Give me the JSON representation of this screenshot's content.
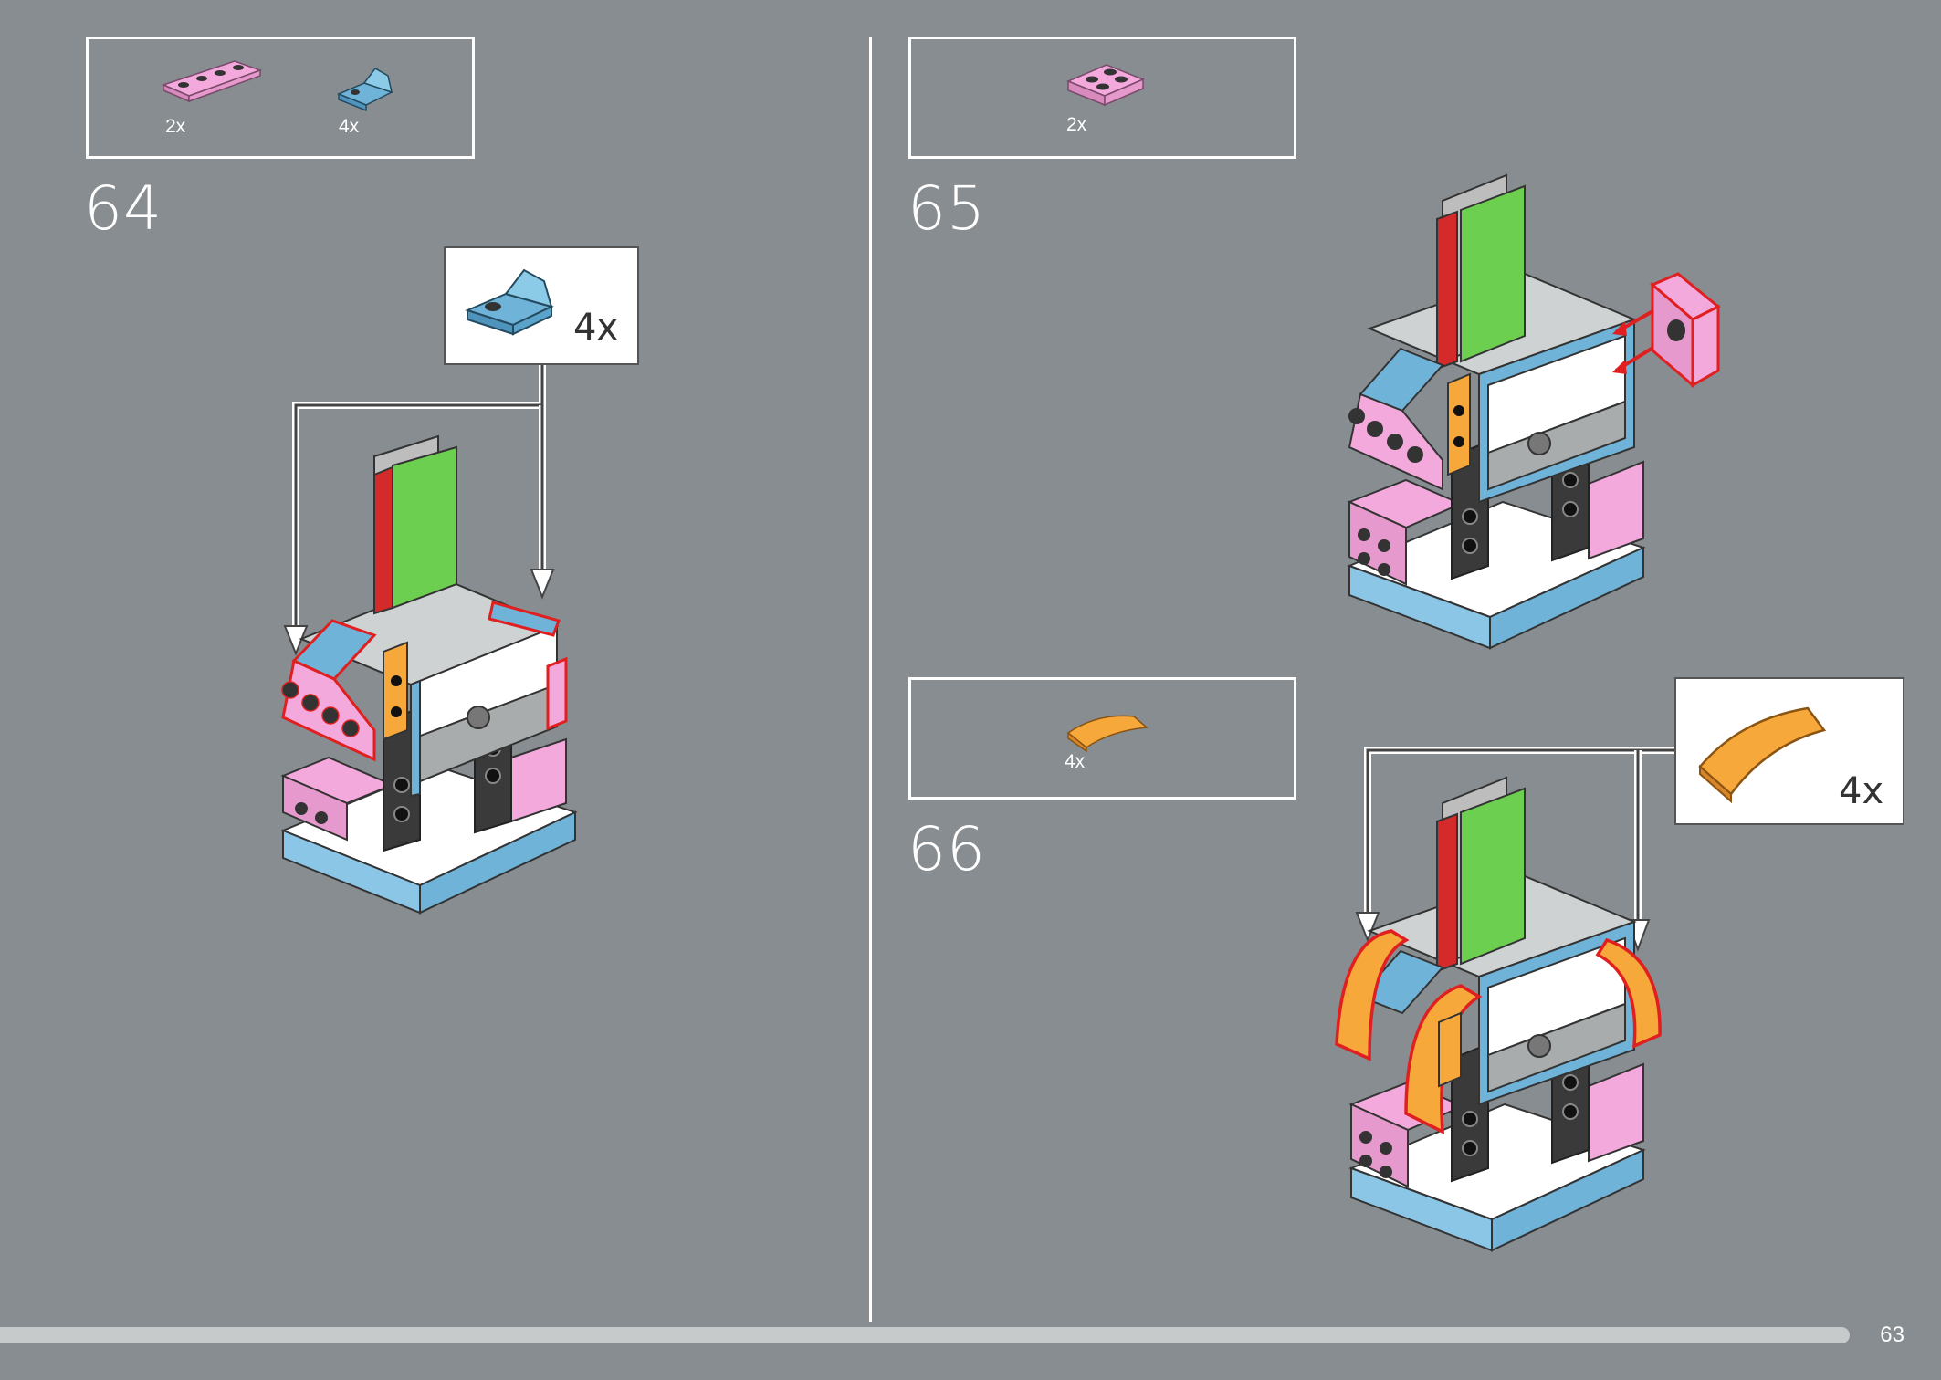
{
  "steps": [
    {
      "number": "64",
      "parts": [
        {
          "name": "pink-plate-1x4",
          "qty": "2x"
        },
        {
          "name": "blue-bracket",
          "qty": "4x"
        }
      ],
      "callout": {
        "qty": "4x"
      }
    },
    {
      "number": "65",
      "parts": [
        {
          "name": "pink-plate-2x2",
          "qty": "2x"
        }
      ]
    },
    {
      "number": "66",
      "parts": [
        {
          "name": "orange-curved-slope",
          "qty": "4x"
        }
      ],
      "callout": {
        "qty": "4x"
      }
    }
  ],
  "page": {
    "number": "63"
  },
  "colors": {
    "background": "#878d90",
    "pink": "#f4a9dd",
    "blue": "#6fb3d9",
    "green": "#6ccf4f",
    "orange": "#f7a83a",
    "highlight": "#e02020"
  }
}
